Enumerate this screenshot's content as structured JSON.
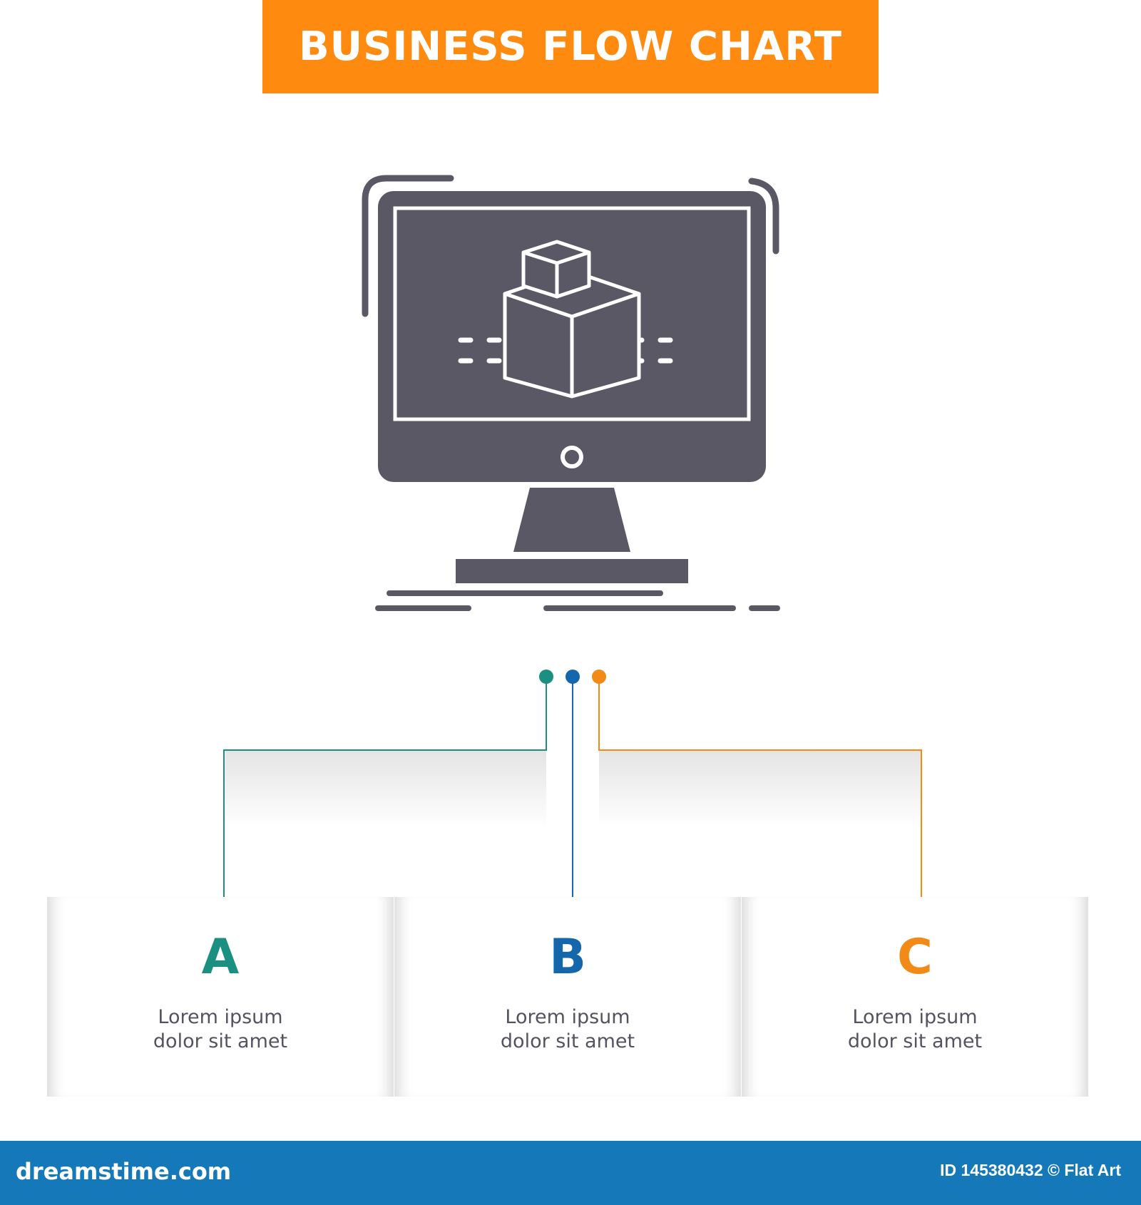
{
  "header": {
    "title": "BUSINESS FLOW CHART",
    "color": "#ff8a10"
  },
  "hero": {
    "icon": "3d-cube-monitor-icon",
    "color": "#5a5864"
  },
  "nodes": [
    {
      "letter": "A",
      "line1": "Lorem ipsum",
      "line2": "dolor sit amet",
      "color": "#1b8f80"
    },
    {
      "letter": "B",
      "line1": "Lorem ipsum",
      "line2": "dolor sit amet",
      "color": "#1467aa"
    },
    {
      "letter": "C",
      "line1": "Lorem ipsum",
      "line2": "dolor sit amet",
      "color": "#f28a18"
    }
  ],
  "footer": {
    "brand": "dreamstime.com",
    "id_text": "ID 145380432 © Flat Art",
    "color": "#1478b9"
  }
}
